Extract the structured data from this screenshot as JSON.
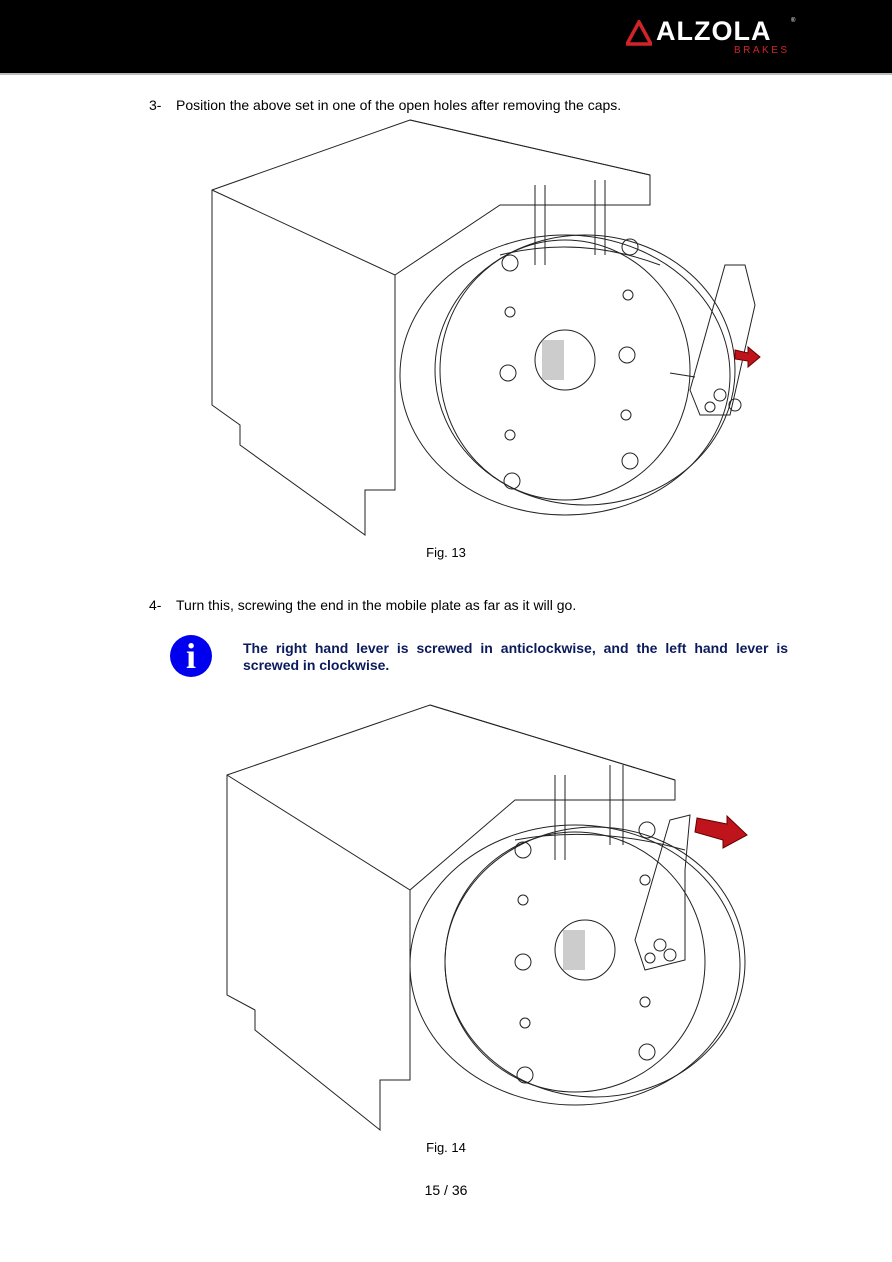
{
  "header": {
    "brand": "ALZOLA",
    "brand_sub": "BRAKES",
    "reg_mark": "®"
  },
  "steps": [
    {
      "number": "3-",
      "text": "Position the above set in one of the open holes after removing the caps."
    },
    {
      "number": "4-",
      "text": "Turn this, screwing the end in the mobile plate as far as it will go."
    }
  ],
  "figures": [
    {
      "caption": "Fig. 13"
    },
    {
      "caption": "Fig. 14"
    }
  ],
  "note": {
    "icon": "info-icon",
    "text": "The right hand lever is screwed in anticlockwise, and the left hand lever is screwed in clockwise."
  },
  "footer": {
    "page": "15 / 36"
  },
  "colors": {
    "header_bg": "#000000",
    "brand_red": "#d2232a",
    "info_blue": "#0000ee",
    "note_text": "#0a1a5c",
    "arrow_red": "#c0141c"
  }
}
